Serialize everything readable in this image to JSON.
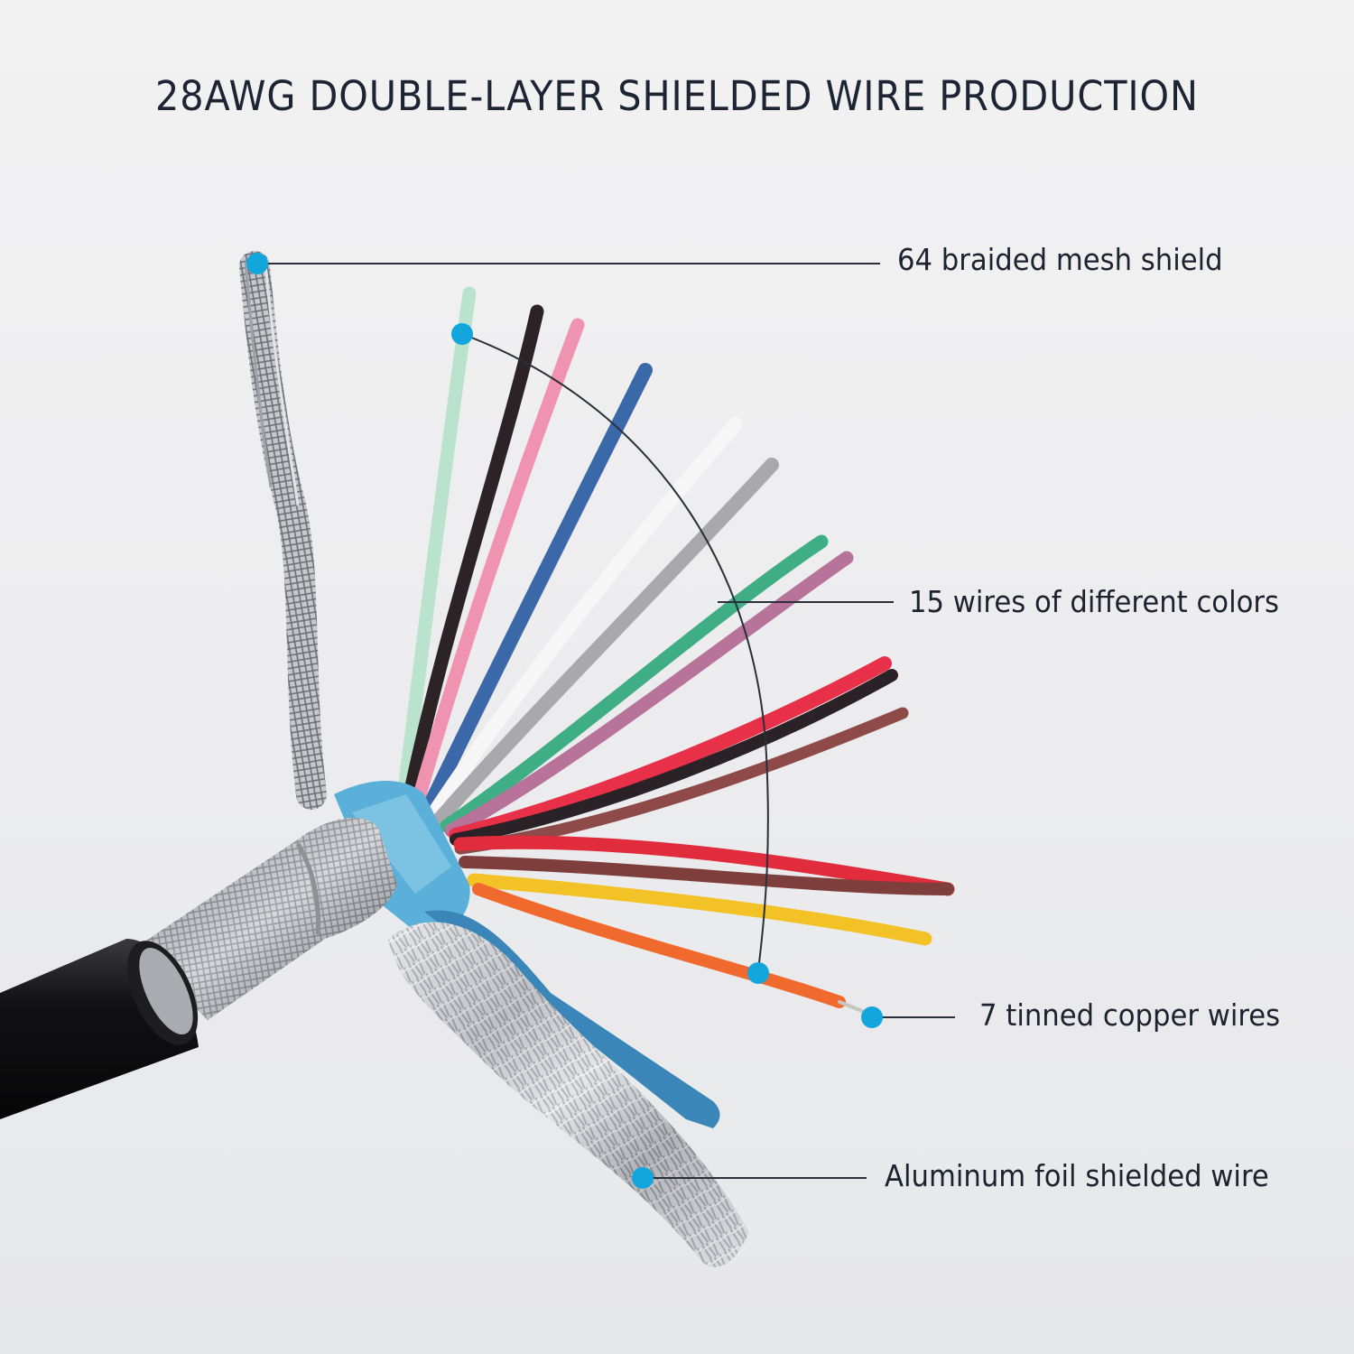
{
  "title": "28AWG DOUBLE-LAYER SHIELDED WIRE PRODUCTION",
  "callouts": [
    {
      "id": "braid",
      "label": "64 braided mesh shield"
    },
    {
      "id": "wires",
      "label": "15 wires of different colors"
    },
    {
      "id": "copper",
      "label": "7 tinned copper wires"
    },
    {
      "id": "foil",
      "label": "Aluminum foil shielded wire"
    }
  ],
  "colors": {
    "accent_dot": "#12a6dc",
    "leader_line": "#2b2f3a",
    "title_text": "#1d2433",
    "jacket": "#141416",
    "foil_blue": "#5ab0d8"
  },
  "wire_colors": [
    "#b9e3cc",
    "#2b2326",
    "#ef93b0",
    "#3a68a8",
    "#f7f7f7",
    "#a9a9ad",
    "#3fae85",
    "#b8739a",
    "#e83049",
    "#2a2226",
    "#8e4a48",
    "#e02c3c",
    "#7e3f3c",
    "#f2c227",
    "#f06a2e"
  ]
}
